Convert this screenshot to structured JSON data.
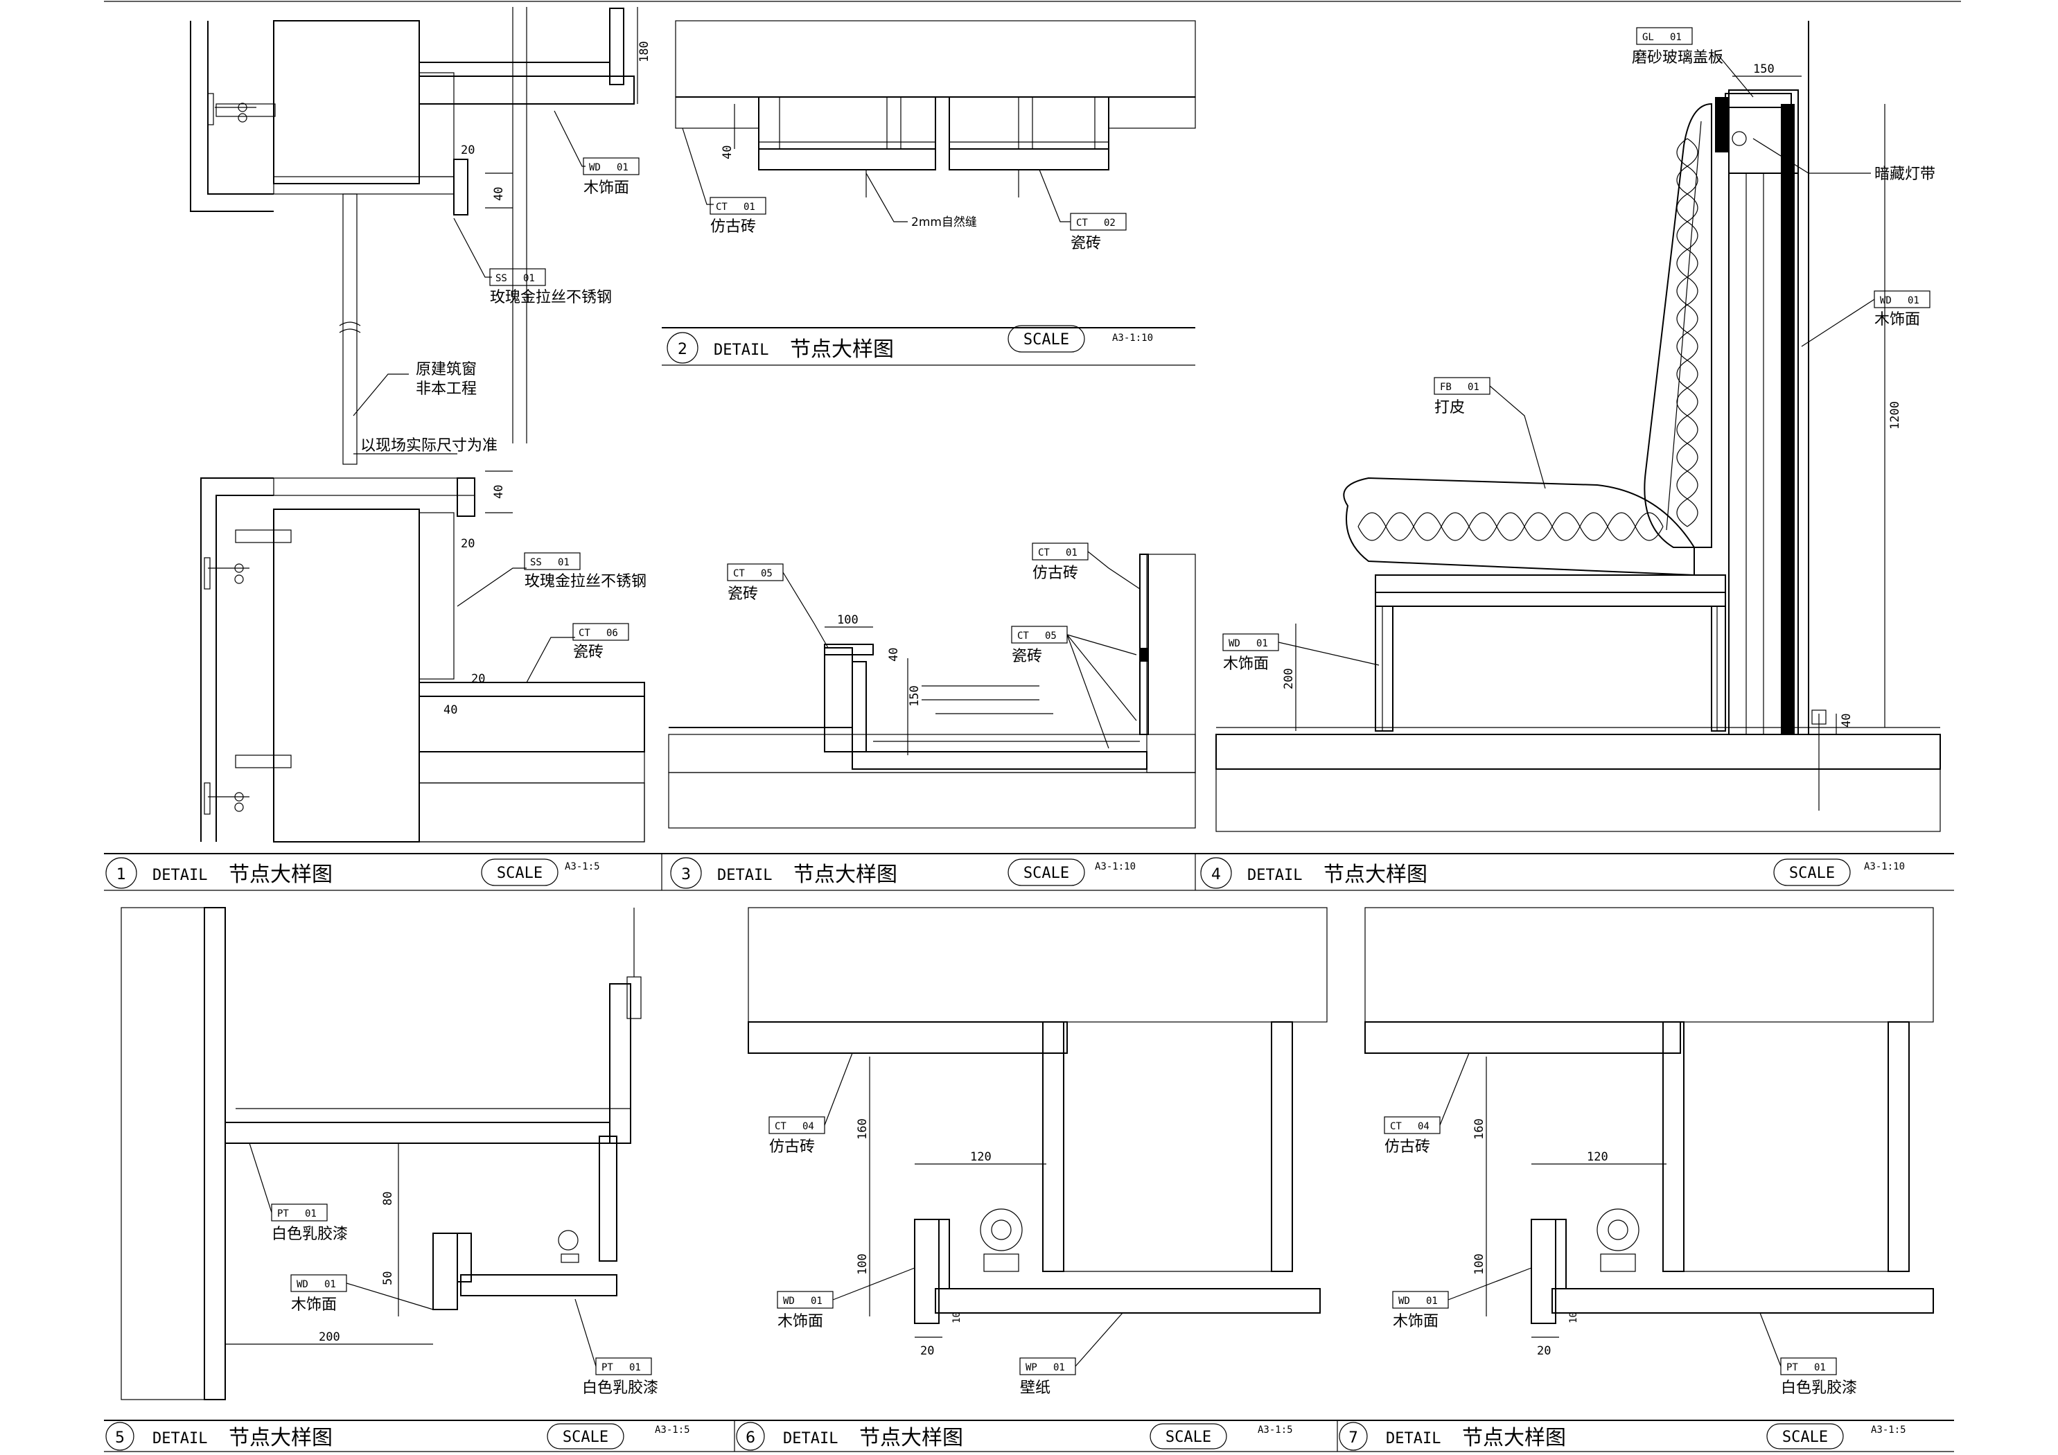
{
  "sheet": {
    "panels": [
      {
        "id": "1",
        "number": "1",
        "detail": "DETAIL",
        "title": "节点大样图",
        "scale": "SCALE",
        "ratio": "A3-1:5"
      },
      {
        "id": "2",
        "number": "2",
        "detail": "DETAIL",
        "title": "节点大样图",
        "scale": "SCALE",
        "ratio": "A3-1:10"
      },
      {
        "id": "3",
        "number": "3",
        "detail": "DETAIL",
        "title": "节点大样图",
        "scale": "SCALE",
        "ratio": "A3-1:10"
      },
      {
        "id": "4",
        "number": "4",
        "detail": "DETAIL",
        "title": "节点大样图",
        "scale": "SCALE",
        "ratio": "A3-1:10"
      },
      {
        "id": "5",
        "number": "5",
        "detail": "DETAIL",
        "title": "节点大样图",
        "scale": "SCALE",
        "ratio": "A3-1:5"
      },
      {
        "id": "6",
        "number": "6",
        "detail": "DETAIL",
        "title": "节点大样图",
        "scale": "SCALE",
        "ratio": "A3-1:5"
      },
      {
        "id": "7",
        "number": "7",
        "detail": "DETAIL",
        "title": "节点大样图",
        "scale": "SCALE",
        "ratio": "A3-1:5"
      }
    ]
  },
  "detail1": {
    "tags": [
      {
        "code": "WD",
        "no": "01",
        "label": "木饰面"
      },
      {
        "code": "SS",
        "no": "01",
        "label": "玫瑰金拉丝不锈钢"
      },
      {
        "code": "SS",
        "no": "01",
        "label": "玫瑰金拉丝不锈钢"
      },
      {
        "code": "CT",
        "no": "06",
        "label": "瓷砖"
      }
    ],
    "notes": [
      "原建筑窗",
      "非本工程",
      "以现场实际尺寸为准"
    ],
    "dims": [
      "180",
      "20",
      "40",
      "40",
      "20",
      "20",
      "40"
    ]
  },
  "detail2": {
    "tags": [
      {
        "code": "CT",
        "no": "01",
        "label": "仿古砖"
      },
      {
        "code": "CT",
        "no": "02",
        "label": "瓷砖"
      }
    ],
    "notes": [
      "2mm自然缝"
    ],
    "dims": [
      "40"
    ]
  },
  "detail3": {
    "tags": [
      {
        "code": "CT",
        "no": "05",
        "label": "瓷砖"
      },
      {
        "code": "CT",
        "no": "01",
        "label": "仿古砖"
      },
      {
        "code": "CT",
        "no": "05",
        "label": "瓷砖"
      }
    ],
    "dims": [
      "100",
      "40",
      "150"
    ]
  },
  "detail4": {
    "tags": [
      {
        "code": "GL",
        "no": "01",
        "label": "磨砂玻璃盖板"
      },
      {
        "code": "WD",
        "no": "01",
        "label": "木饰面"
      },
      {
        "code": "FB",
        "no": "01",
        "label": "打皮"
      },
      {
        "code": "WD",
        "no": "01",
        "label": "木饰面"
      }
    ],
    "notes": [
      "暗藏灯带"
    ],
    "dims": [
      "150",
      "1200",
      "200",
      "40"
    ]
  },
  "detail5": {
    "tags": [
      {
        "code": "PT",
        "no": "01",
        "label": "白色乳胶漆"
      },
      {
        "code": "WD",
        "no": "01",
        "label": "木饰面"
      },
      {
        "code": "PT",
        "no": "01",
        "label": "白色乳胶漆"
      }
    ],
    "dims": [
      "80",
      "50",
      "200"
    ]
  },
  "detail6": {
    "tags": [
      {
        "code": "CT",
        "no": "04",
        "label": "仿古砖"
      },
      {
        "code": "WD",
        "no": "01",
        "label": "木饰面"
      },
      {
        "code": "WP",
        "no": "01",
        "label": "壁纸"
      }
    ],
    "dims": [
      "160",
      "120",
      "100",
      "20",
      "10"
    ]
  },
  "detail7": {
    "tags": [
      {
        "code": "CT",
        "no": "04",
        "label": "仿古砖"
      },
      {
        "code": "WD",
        "no": "01",
        "label": "木饰面"
      },
      {
        "code": "PT",
        "no": "01",
        "label": "白色乳胶漆"
      }
    ],
    "dims": [
      "160",
      "120",
      "100",
      "20",
      "10"
    ]
  }
}
